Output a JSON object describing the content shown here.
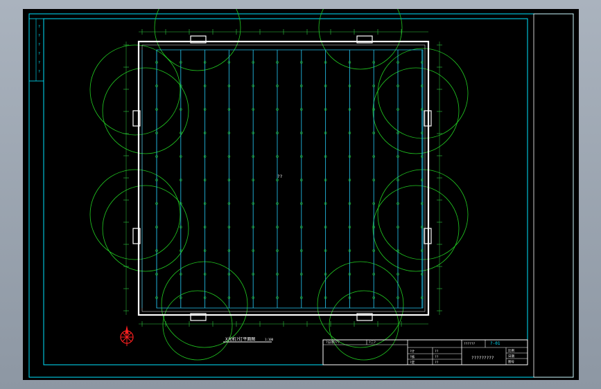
{
  "drawing": {
    "room_label": "??",
    "plan_caption": "X光机?灯平面图",
    "plan_scale": "1:100",
    "north_symbol": "north-arrow"
  },
  "title_block": {
    "left_cells": [
      "?分项???",
      "?二?",
      "",
      ""
    ],
    "sign_rows": [
      {
        "role": "?计",
        "name": "??"
      },
      {
        "role": "?核",
        "name": "??"
      },
      {
        "role": "?定",
        "name": "??"
      }
    ],
    "project_name": "??????",
    "drawing_no": "?-01",
    "drawing_title": "?????????",
    "right_cells": [
      "比例",
      "日期",
      "图号"
    ]
  },
  "side_stamp": {
    "rows": [
      "?",
      "?",
      "?",
      "?",
      "?",
      "?"
    ]
  },
  "colors": {
    "background": "#000000",
    "frame": "#00e5ff",
    "wall": "#ffffff",
    "circle": "#22cc22",
    "lamp_line": "#22b8e0",
    "dimension": "#2ecc40"
  }
}
